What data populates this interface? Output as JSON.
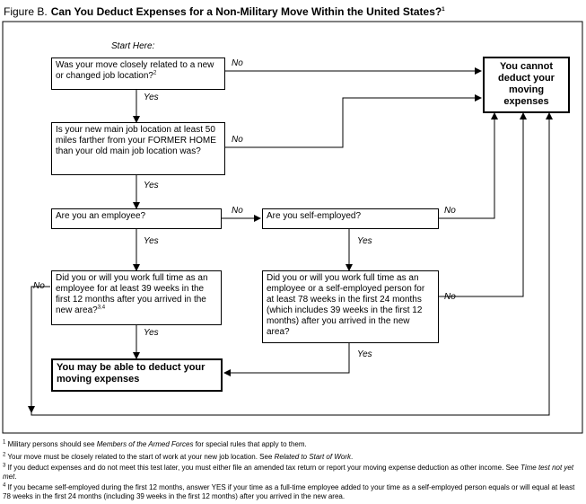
{
  "title": {
    "figure": "Figure B.",
    "question": "Can You Deduct Expenses for a Non-Military Move Within the United States?",
    "footnote_mark": "1"
  },
  "start_label": "Start Here:",
  "boxes": {
    "q1": "Was your move closely related to a new or changed job location?",
    "q1_mark": "2",
    "q2": "Is your new main job location at least 50 miles farther from your FORMER HOME than your old main job location was?",
    "q3": "Are you an employee?",
    "q4": "Are you self-employed?",
    "q5": "Did you or will you work full time as an employee for at least 39 weeks in the first 12 months after you arrived in the new area?",
    "q5_mark": "3,4",
    "q6": "Did you or will you work full time as an employee or a self-employed person for at least 78 weeks in the first 24 months (which includes 39 weeks in the first 12 months) after you arrived in the new area?",
    "cannot": "You cannot deduct your moving expenses",
    "may": "You may be able to deduct your moving expenses"
  },
  "answers": {
    "yes": "Yes",
    "no": "No"
  },
  "footnotes": [
    {
      "mark": "1",
      "pre": "Military persons should see ",
      "em": "Members of the Armed Forces",
      "post": " for special rules that apply to them."
    },
    {
      "mark": "2",
      "pre": "Your move must be closely related to the start of work at your new job location. See ",
      "em": "Related to Start of Work",
      "post": "."
    },
    {
      "mark": "3",
      "pre": "If you deduct expenses and do not meet this test later, you must either file an amended tax return or report your moving expense deduction as other income. See ",
      "em": "Time test not yet met",
      "post": "."
    },
    {
      "mark": "4",
      "pre": "If you became self-employed during the first 12 months, answer YES if your time as a full-time employee added to your time as a self-employed person equals or will equal at least 78 weeks in the first 24 months (including 39 weeks in the first 12 months) after you arrived in the new area.",
      "em": "",
      "post": ""
    }
  ]
}
